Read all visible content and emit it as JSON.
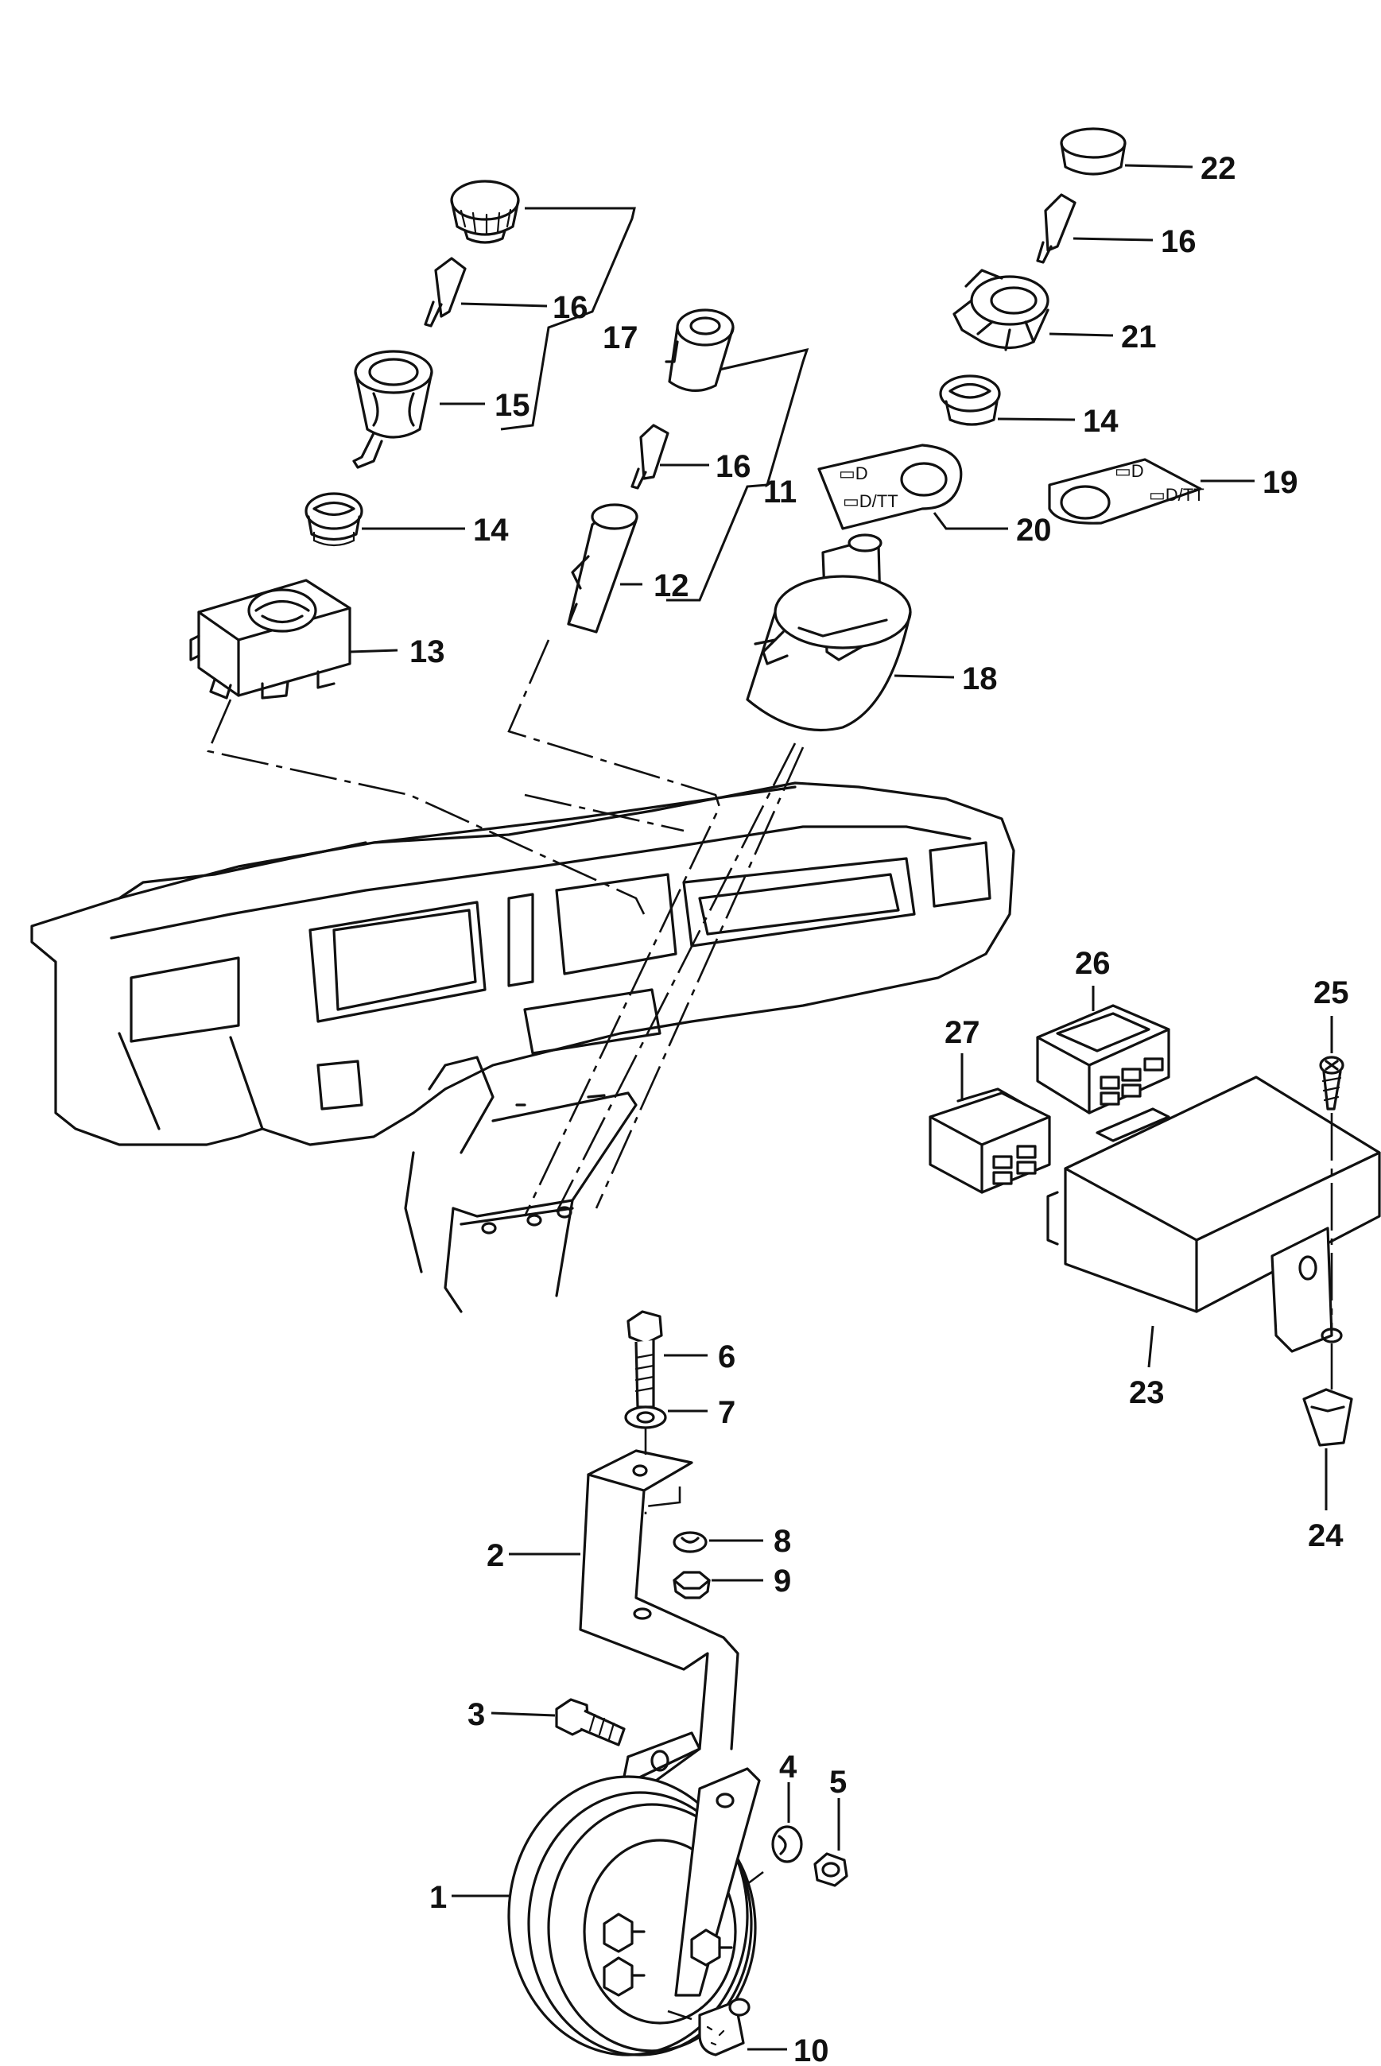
{
  "callouts": [
    {
      "id": "c1",
      "label": "1"
    },
    {
      "id": "c2",
      "label": "2"
    },
    {
      "id": "c3",
      "label": "3"
    },
    {
      "id": "c4",
      "label": "4"
    },
    {
      "id": "c5",
      "label": "5"
    },
    {
      "id": "c6",
      "label": "6"
    },
    {
      "id": "c7",
      "label": "7"
    },
    {
      "id": "c8",
      "label": "8"
    },
    {
      "id": "c9",
      "label": "9"
    },
    {
      "id": "c10",
      "label": "10"
    },
    {
      "id": "c11",
      "label": "11"
    },
    {
      "id": "c12",
      "label": "12"
    },
    {
      "id": "c13",
      "label": "13"
    },
    {
      "id": "c14a",
      "label": "14"
    },
    {
      "id": "c14b",
      "label": "14"
    },
    {
      "id": "c15",
      "label": "15"
    },
    {
      "id": "c16a",
      "label": "16"
    },
    {
      "id": "c16b",
      "label": "16"
    },
    {
      "id": "c16c",
      "label": "16"
    },
    {
      "id": "c17",
      "label": "17"
    },
    {
      "id": "c18",
      "label": "18"
    },
    {
      "id": "c19",
      "label": "19"
    },
    {
      "id": "c20",
      "label": "20"
    },
    {
      "id": "c21",
      "label": "21"
    },
    {
      "id": "c22",
      "label": "22"
    },
    {
      "id": "c23",
      "label": "23"
    },
    {
      "id": "c24",
      "label": "24"
    },
    {
      "id": "c25",
      "label": "25"
    },
    {
      "id": "c26",
      "label": "26"
    },
    {
      "id": "c27",
      "label": "27"
    }
  ]
}
